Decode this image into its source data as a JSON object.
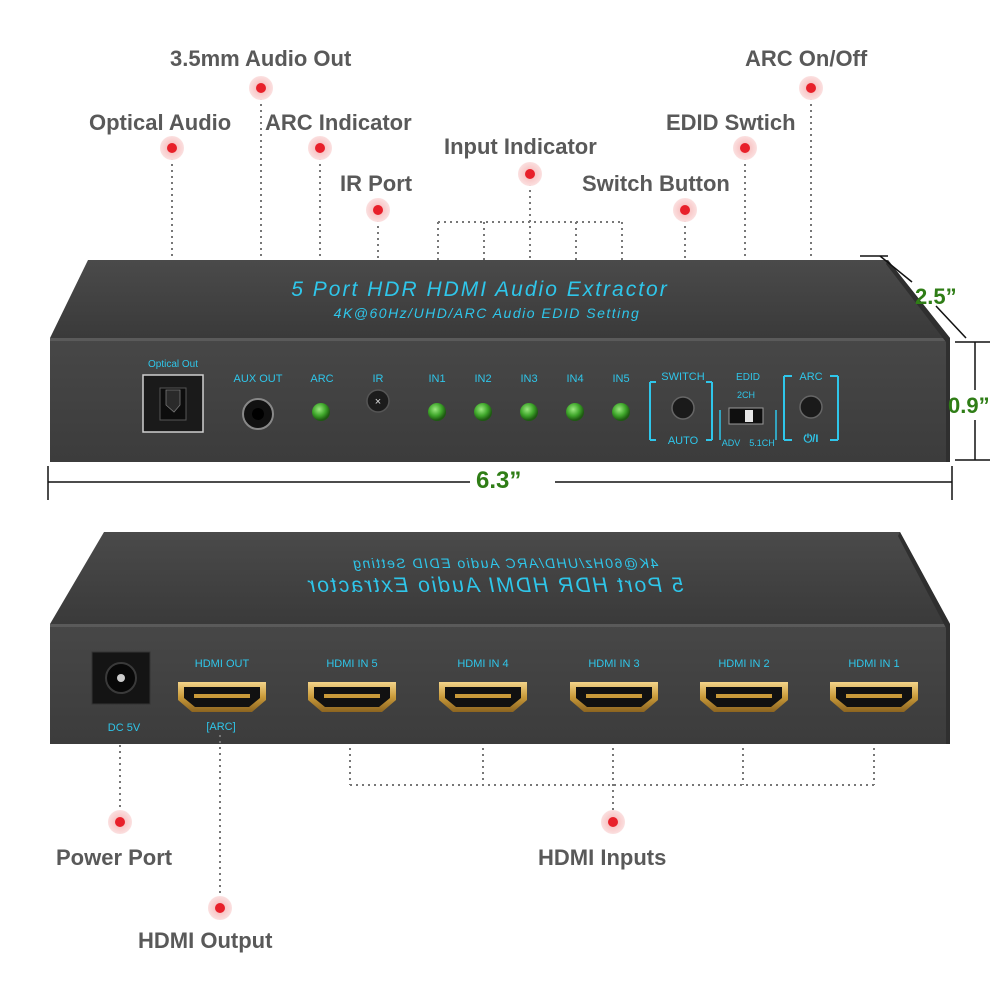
{
  "callouts": {
    "audio_out": "3.5mm Audio Out",
    "arc_onoff": "ARC On/Off",
    "optical_audio": "Optical Audio",
    "arc_indicator": "ARC Indicator",
    "edid_switch": "EDID Swtich",
    "input_indicator": "Input Indicator",
    "ir_port": "IR Port",
    "switch_button": "Switch Button",
    "power_port": "Power Port",
    "hdmi_inputs": "HDMI Inputs",
    "hdmi_output": "HDMI Output"
  },
  "dimensions": {
    "depth": "2.5”",
    "height": "0.9”",
    "width": "6.3”"
  },
  "front_panel": {
    "title": "5 Port HDR HDMI Audio Extractor",
    "subtitle": "4K@60Hz/UHD/ARC Audio EDID Setting",
    "optical_label": "Optical Out",
    "aux_label": "AUX OUT",
    "arc_led_label": "ARC",
    "ir_label": "IR",
    "input_leds": [
      "IN1",
      "IN2",
      "IN3",
      "IN4",
      "IN5"
    ],
    "switch_label": "SWITCH",
    "auto_label": "AUTO",
    "edid_label": "EDID",
    "edid_2ch": "2CH",
    "edid_adv": "ADV",
    "edid_51ch": "5.1CH",
    "arc_btn_label": "ARC",
    "power_symbol": "⏻/I"
  },
  "back_panel": {
    "title": "5 Port HDR HDMI Audio Extractor",
    "subtitle": "4K@60Hz/UHD/ARC Audio EDID Setting",
    "dc_label": "DC 5V",
    "hdmi_out_label": "HDMI OUT",
    "arc_tag": "[ARC]",
    "hdmi_in_labels": [
      "HDMI IN 5",
      "HDMI IN 4",
      "HDMI IN 3",
      "HDMI IN 2",
      "HDMI IN 1"
    ]
  },
  "colors": {
    "panel_text": "#2fc6ea",
    "led_green": "#3ea62a",
    "marker_red": "#e8202a",
    "dimension_green": "#2f7d16",
    "callout_gray": "#595959"
  }
}
